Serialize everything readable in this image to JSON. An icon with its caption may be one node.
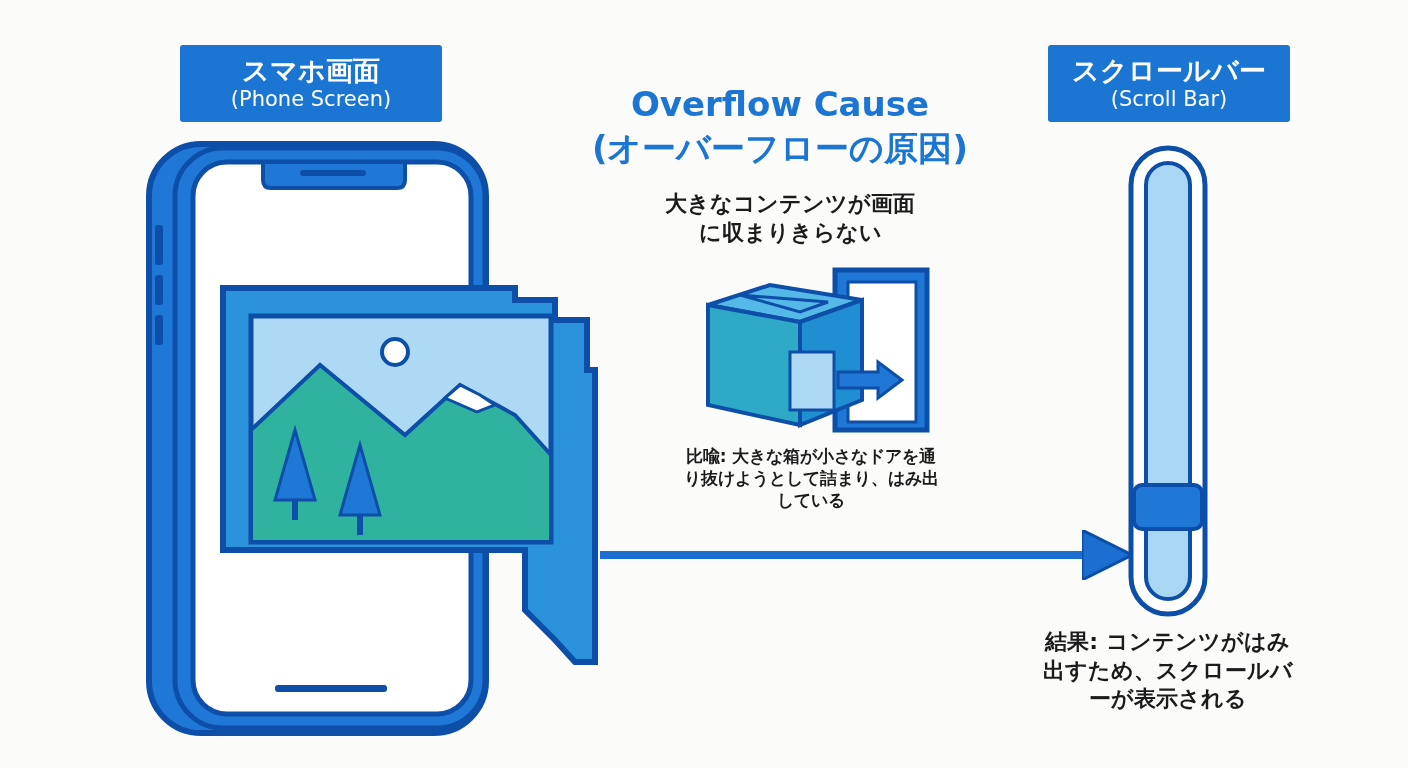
{
  "diagram": {
    "title": "Overflow Cause (オーバーフローの原因)",
    "nodes": [
      {
        "text": [
          "スマホ画面",
          "(Phone Screen)"
        ]
      },
      {
        "text": [],
        "shape": "picture"
      },
      {
        "text": [],
        "shape": "picture"
      },
      {
        "text": [
          "スクロールバー",
          "(Scroll Bar)"
        ]
      },
      {
        "text": [],
        "shape": "picture"
      }
    ],
    "edges": [
      {
        "from": 2,
        "to": 4,
        "arrow": "to"
      }
    ],
    "labels": [
      "大きなコンテンツが画面に収まりきらない",
      "比喩: 大きな箱が小さなドアを通り抜けようとして詰まり、はみ出している",
      "結果: コンテンツがはみ出すため、スクロールバーが表示される"
    ]
  }
}
